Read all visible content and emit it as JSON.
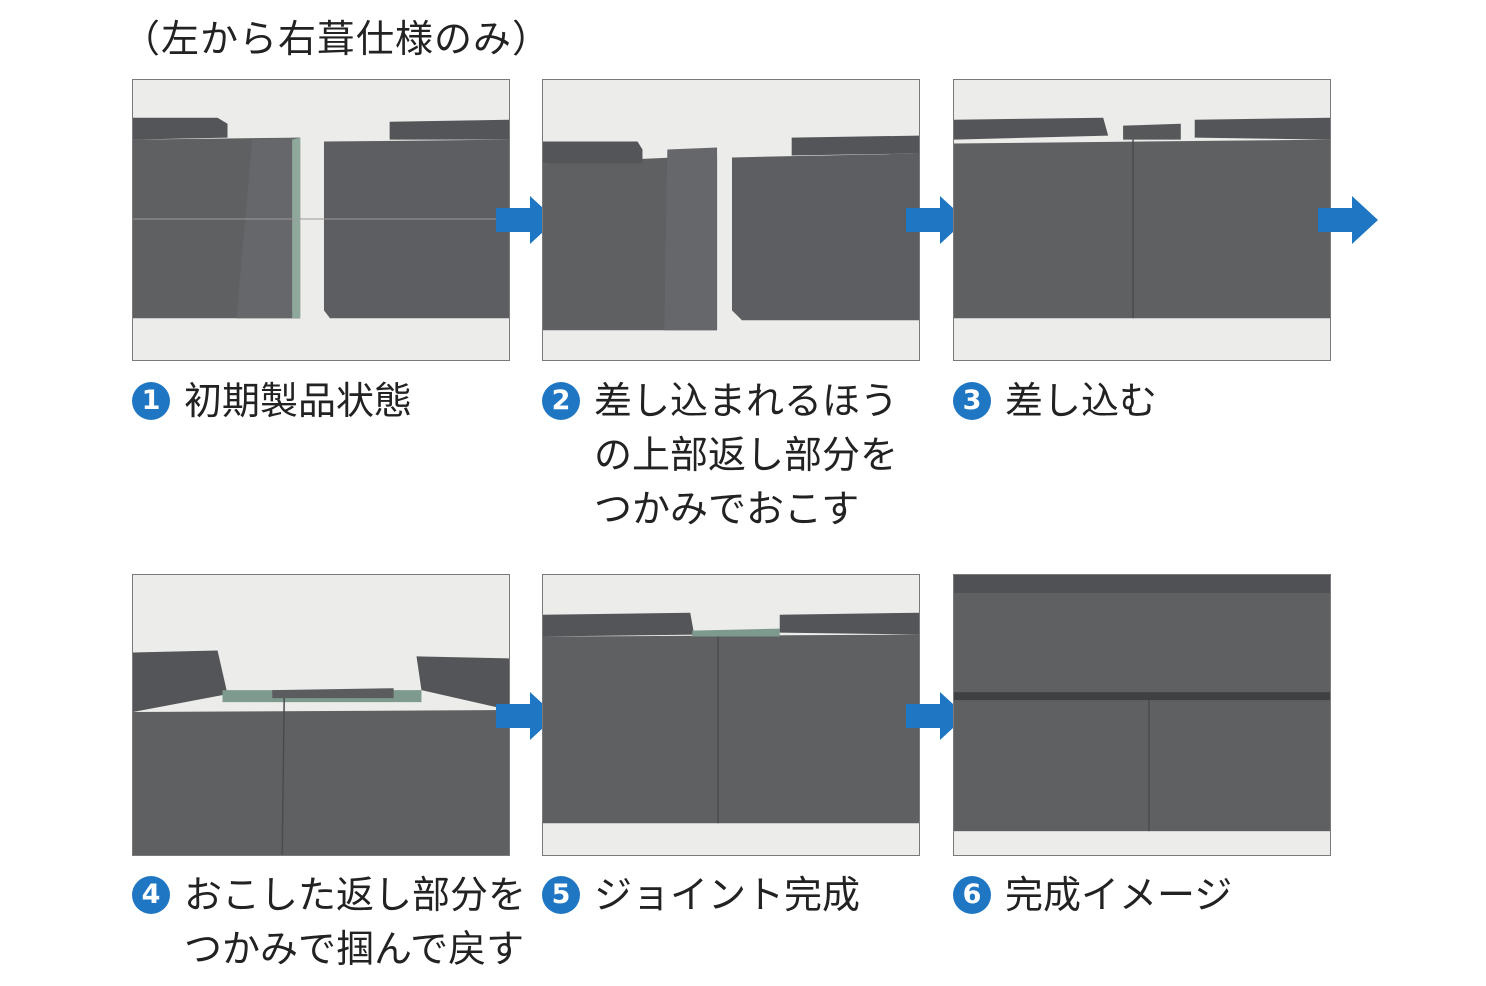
{
  "heading": "（左から右葺仕様のみ）",
  "accent_color": "#1f77c4",
  "arrow_icon": "arrow-right-icon",
  "steps": [
    {
      "num": "1",
      "caption": "初期製品状態"
    },
    {
      "num": "2",
      "caption": "差し込まれるほう\nの上部返し部分を\nつかみでおこす"
    },
    {
      "num": "3",
      "caption": "差し込む"
    },
    {
      "num": "4",
      "caption": "おこした返し部分を\nつかみで掴んで戻す"
    },
    {
      "num": "5",
      "caption": "ジョイント完成"
    },
    {
      "num": "6",
      "caption": "完成イメージ"
    }
  ]
}
